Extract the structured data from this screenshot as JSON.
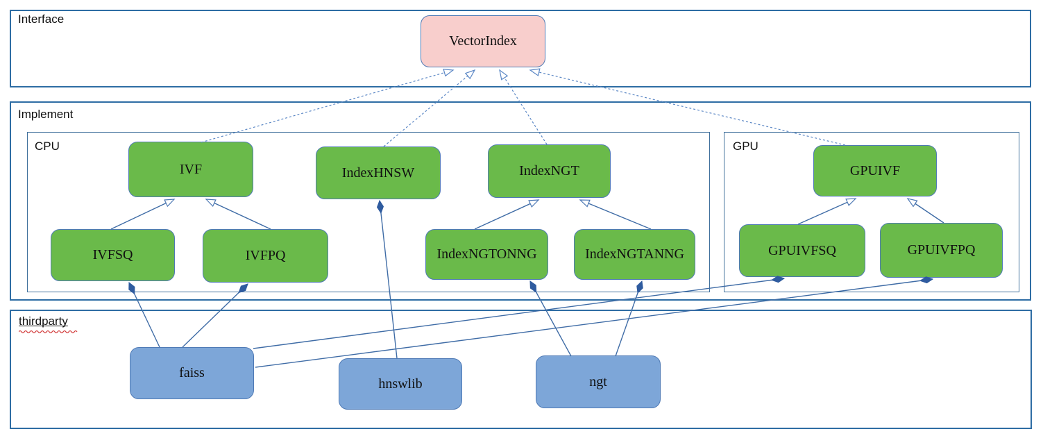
{
  "groups": {
    "interface": {
      "label": "Interface"
    },
    "implement": {
      "label": "Implement"
    },
    "cpu": {
      "label": "CPU"
    },
    "gpu": {
      "label": "GPU"
    },
    "thirdparty": {
      "label": "thirdparty",
      "misspelled": true
    }
  },
  "nodes": {
    "vectorindex": {
      "label": "VectorIndex",
      "group": "interface",
      "fill": "#f8cecc"
    },
    "ivf": {
      "label": "IVF",
      "group": "cpu",
      "fill": "#6aba4a"
    },
    "indexhnsw": {
      "label": "IndexHNSW",
      "group": "cpu",
      "fill": "#6aba4a"
    },
    "indexngt": {
      "label": "IndexNGT",
      "group": "cpu",
      "fill": "#6aba4a"
    },
    "ivfsq": {
      "label": "IVFSQ",
      "group": "cpu",
      "fill": "#6aba4a"
    },
    "ivfpq": {
      "label": "IVFPQ",
      "group": "cpu",
      "fill": "#6aba4a"
    },
    "indexngtonng": {
      "label": "IndexNGTONNG",
      "group": "cpu",
      "fill": "#6aba4a"
    },
    "indexngtanng": {
      "label": "IndexNGTANNG",
      "group": "cpu",
      "fill": "#6aba4a"
    },
    "gpuivf": {
      "label": "GPUIVF",
      "group": "gpu",
      "fill": "#6aba4a"
    },
    "gpuivfsq": {
      "label": "GPUIVFSQ",
      "group": "gpu",
      "fill": "#6aba4a"
    },
    "gpuivfpq": {
      "label": "GPUIVFPQ",
      "group": "gpu",
      "fill": "#6aba4a"
    },
    "faiss": {
      "label": "faiss",
      "group": "thirdparty",
      "fill": "#7da6d8"
    },
    "hnswlib": {
      "label": "hnswlib",
      "group": "thirdparty",
      "fill": "#7da6d8"
    },
    "ngt": {
      "label": "ngt",
      "group": "thirdparty",
      "fill": "#7da6d8"
    }
  },
  "relations": {
    "realizes_dashed_open_arrow": [
      [
        "IVF",
        "VectorIndex"
      ],
      [
        "IndexHNSW",
        "VectorIndex"
      ],
      [
        "IndexNGT",
        "VectorIndex"
      ],
      [
        "GPUIVF",
        "VectorIndex"
      ]
    ],
    "inherits_solid_open_arrow": [
      [
        "IVFSQ",
        "IVF"
      ],
      [
        "IVFPQ",
        "IVF"
      ],
      [
        "IndexNGTONNG",
        "IndexNGT"
      ],
      [
        "IndexNGTANNG",
        "IndexNGT"
      ],
      [
        "GPUIVFSQ",
        "GPUIVF"
      ],
      [
        "GPUIVFPQ",
        "GPUIVF"
      ]
    ],
    "composed_into_filled_diamond": [
      [
        "faiss",
        "IVFSQ"
      ],
      [
        "faiss",
        "IVFPQ"
      ],
      [
        "faiss",
        "GPUIVFSQ"
      ],
      [
        "faiss",
        "GPUIVFPQ"
      ],
      [
        "hnswlib",
        "IndexHNSW"
      ],
      [
        "ngt",
        "IndexNGTONNG"
      ],
      [
        "ngt",
        "IndexNGTANNG"
      ]
    ]
  },
  "colors": {
    "interface_node_fill": "#f8cecc",
    "implementation_node_fill": "#6aba4a",
    "thirdparty_node_fill": "#7da6d8",
    "node_border": "#4f7ab5",
    "container_border": "#2e6da4",
    "solid_line": "#3f6ca6",
    "dashed_line": "#5b87c5",
    "diamond_fill": "#2f5b9f",
    "spellcheck_squiggle": "#d23b3b"
  }
}
